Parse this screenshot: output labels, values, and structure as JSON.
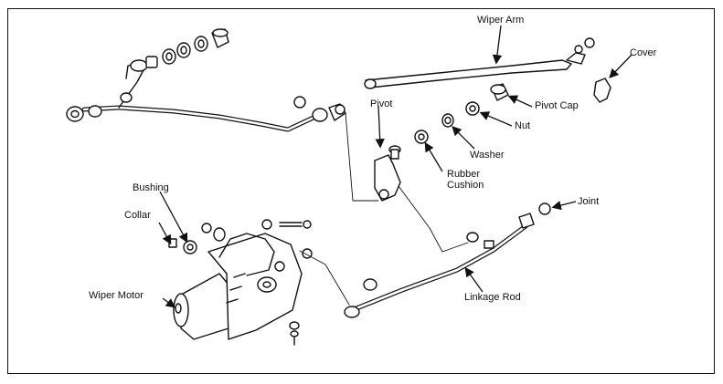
{
  "labels": {
    "wiper_arm": "Wiper Arm",
    "cover": "Cover",
    "pivot": "Pivot",
    "pivot_cap": "Pivot Cap",
    "nut": "Nut",
    "washer": "Washer",
    "rubber_cushion_line1": "Rubber",
    "rubber_cushion_line2": "Cushion",
    "joint": "Joint",
    "bushing": "Bushing",
    "collar": "Collar",
    "wiper_motor": "Wiper Motor",
    "linkage_rod": "Linkage Rod"
  },
  "colors": {
    "line": "#111111",
    "background": "#ffffff",
    "shade": "#bdbdbd"
  }
}
